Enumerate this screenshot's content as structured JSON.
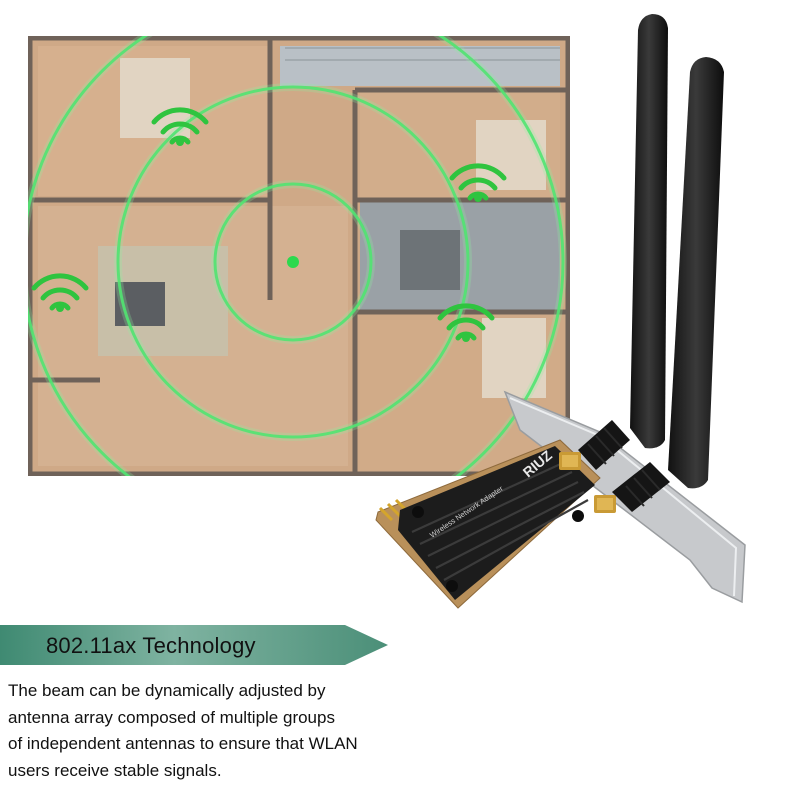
{
  "banner": {
    "title": "802.11ax  Technology"
  },
  "description": {
    "lines": [
      "The beam can be dynamically adjusted by",
      "antenna array composed of multiple groups",
      "of independent antennas to ensure that WLAN",
      "users receive stable signals."
    ]
  },
  "product": {
    "brand_mark": "RIUZ",
    "board_label": "Wireless Network Adapter"
  },
  "colors": {
    "signal_green": "#39e05a",
    "banner_teal": "#4b8f78",
    "floor_wood": "#c9a37f",
    "heatsink": "#1c1c1c"
  }
}
